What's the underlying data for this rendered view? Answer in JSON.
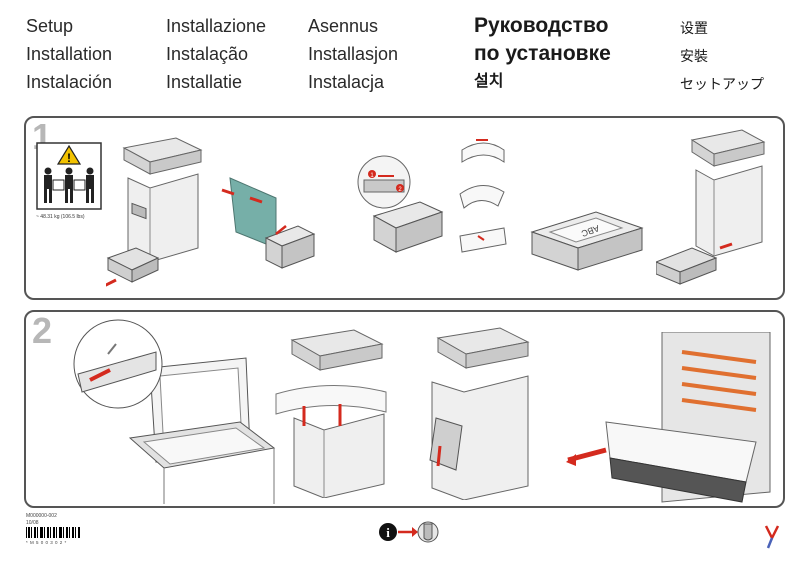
{
  "header": {
    "col1": [
      "Setup",
      "Installation",
      "Instalación"
    ],
    "col2": [
      "Installazione",
      "Instalação",
      "Installatie"
    ],
    "col3": [
      "Asennus",
      "Installasjon",
      "Instalacja"
    ],
    "russian": [
      "Руководство",
      "по установке"
    ],
    "korean": "설치",
    "cjk": [
      "设置",
      "安裝",
      "セットアップ"
    ]
  },
  "step1": {
    "number": "1",
    "weight_label": "~ 48.31 kg (106.5 lbs)",
    "paper_label": "ABC"
  },
  "step2": {
    "number": "2"
  },
  "footer": {
    "part_number": "M000000-002",
    "date": "10/08",
    "barcode_text": "* M 5 0 0 3 0 2 *"
  },
  "colors": {
    "border": "#555555",
    "step_number": "#b7b7b7",
    "arrow_red": "#d42a1e",
    "callout_green": "#5fa29a",
    "warning_yellow": "#f2c200"
  }
}
